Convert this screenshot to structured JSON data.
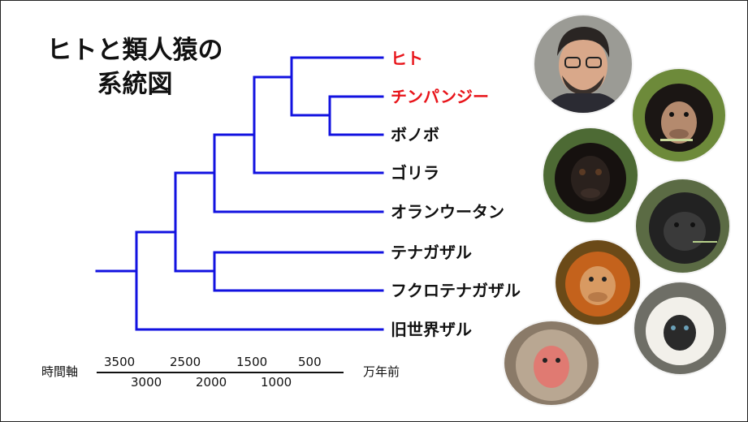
{
  "title_lines": [
    "ヒトと類人猿の",
    "系統図"
  ],
  "taxa": [
    {
      "label": "ヒト",
      "highlight": true
    },
    {
      "label": "チンパンジー",
      "highlight": true
    },
    {
      "label": "ボノボ",
      "highlight": false
    },
    {
      "label": "ゴリラ",
      "highlight": false
    },
    {
      "label": "オランウータン",
      "highlight": false
    },
    {
      "label": "テナガザル",
      "highlight": false
    },
    {
      "label": "フクロテナガザル",
      "highlight": false
    },
    {
      "label": "旧世界ザル",
      "highlight": false
    }
  ],
  "time_axis": {
    "label": "時間軸",
    "unit": "万年前",
    "upper_ticks": [
      "3500",
      "2500",
      "1500",
      "500"
    ],
    "lower_ticks": [
      "3000",
      "2000",
      "1000"
    ]
  },
  "colors": {
    "branch": "#1212e0",
    "highlight_text": "#e8141a",
    "text": "#111111"
  },
  "photos": [
    {
      "name": "human-portrait-photo"
    },
    {
      "name": "chimpanzee-photo"
    },
    {
      "name": "bonobo-photo"
    },
    {
      "name": "gorilla-photo"
    },
    {
      "name": "orangutan-photo"
    },
    {
      "name": "gibbon-photo"
    },
    {
      "name": "japanese-macaque-photo"
    }
  ]
}
